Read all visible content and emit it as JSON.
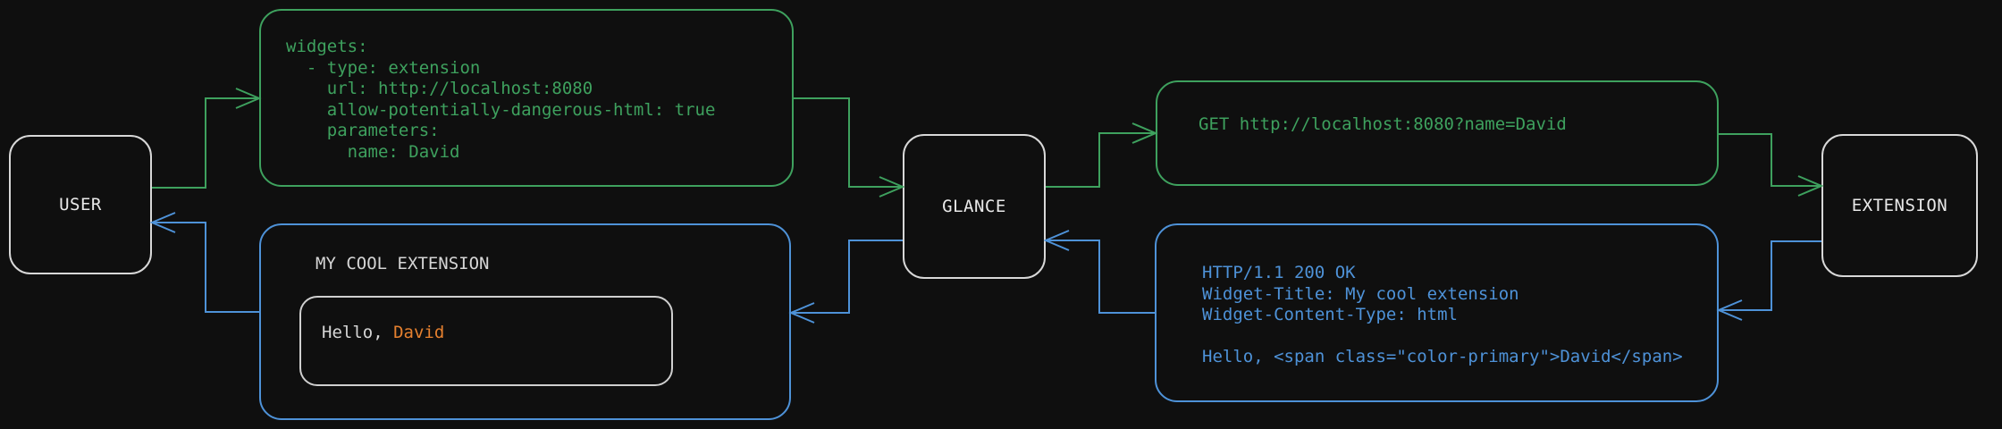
{
  "palette": {
    "background": "#0f0f0f",
    "request_green": "#3ea15e",
    "response_blue": "#4e92d8",
    "highlight_orange": "#e5802f",
    "node_border_gray": "#d8d8d8",
    "node_text": "#e9e9e9"
  },
  "nodes": {
    "user": "USER",
    "glance": "GLANCE",
    "extension": "EXTENSION"
  },
  "config_box": {
    "yaml": "widgets:\n  - type: extension\n    url: http://localhost:8080\n    allow-potentially-dangerous-html: true\n    parameters:\n      name: David"
  },
  "request_box": {
    "text": "GET http://localhost:8080?name=David"
  },
  "response_box": {
    "text": "HTTP/1.1 200 OK\nWidget-Title: My cool extension\nWidget-Content-Type: html\n\nHello, <span class=\"color-primary\">David</span>"
  },
  "widget_box": {
    "title": "MY COOL EXTENSION",
    "greeting_prefix": "Hello, ",
    "greeting_name": "David"
  }
}
